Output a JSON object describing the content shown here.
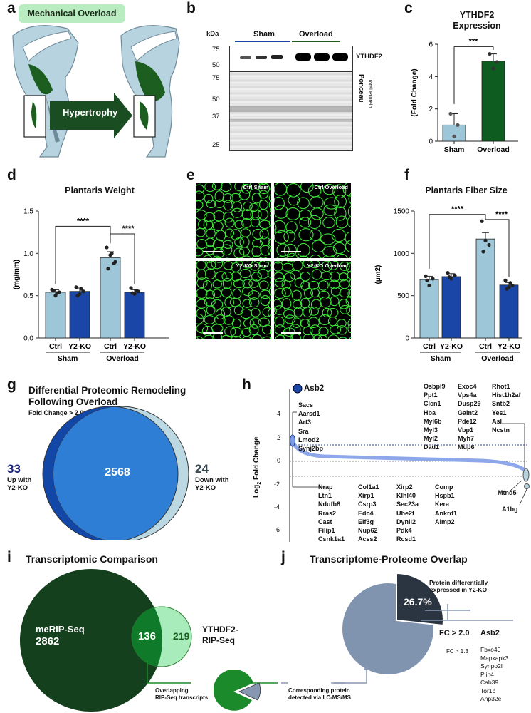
{
  "panels": {
    "a": "a",
    "b": "b",
    "c": "c",
    "d": "d",
    "e": "e",
    "f": "f",
    "g": "g",
    "h": "h",
    "i": "i",
    "j": "j"
  },
  "a": {
    "header": "Mechanical Overload",
    "arrow_label": "Hypertrophy",
    "colors": {
      "header_bg": "#b9ecc1",
      "muscle": "#1b5e20",
      "leg": "#b7d3e0"
    }
  },
  "b": {
    "kda": "kDa",
    "group1": "Sham",
    "group2": "Overload",
    "band_label": "YTHDF2",
    "ponceau": "Ponceau",
    "total_protein": "Total Protein",
    "mw_top": [
      "75",
      "50"
    ],
    "mw_bottom": [
      "75",
      "50",
      "37",
      "25"
    ]
  },
  "chart_data": [
    {
      "id": "c",
      "type": "bar",
      "title": "YTHDF2 Expression",
      "ylabel": "(Fold Change)",
      "categories": [
        "Sham",
        "Overload"
      ],
      "values": [
        1.0,
        4.95
      ],
      "errors": [
        0.7,
        0.45
      ],
      "ylim": [
        0,
        6
      ],
      "yticks": [
        0,
        2,
        4,
        6
      ],
      "points": [
        [
          1.7,
          0.3,
          1.0
        ],
        [
          5.4,
          4.5,
          4.9
        ]
      ],
      "colors": [
        "#9dc6d8",
        "#0e5c1f"
      ],
      "significance": "***"
    },
    {
      "id": "d",
      "type": "bar",
      "title": "Plantaris Weight",
      "ylabel": "(mg/mm)",
      "categories": [
        "Ctrl",
        "Y2-KO",
        "Ctrl",
        "Y2-KO"
      ],
      "groups": [
        "Sham",
        "Overload"
      ],
      "values": [
        0.54,
        0.55,
        0.95,
        0.54
      ],
      "errors": [
        0.03,
        0.04,
        0.07,
        0.03
      ],
      "ylim": [
        0,
        1.5
      ],
      "yticks": [
        0.0,
        0.5,
        1.0,
        1.5
      ],
      "ytick_labels": [
        "0.0",
        "0.5",
        "1.0",
        "1.5"
      ],
      "points": [
        [
          0.57,
          0.5,
          0.54,
          0.56,
          0.53
        ],
        [
          0.6,
          0.52,
          0.55,
          0.5,
          0.58
        ],
        [
          1.07,
          0.98,
          0.88,
          0.82,
          1.0,
          0.9
        ],
        [
          0.59,
          0.52,
          0.55,
          0.53,
          0.56
        ]
      ],
      "colors": [
        "#9dc6d8",
        "#1a46a8",
        "#9dc6d8",
        "#1a46a8"
      ],
      "significance": [
        "****",
        "****"
      ]
    },
    {
      "id": "f",
      "type": "bar",
      "title": "Plantaris Fiber Size",
      "ylabel": "(µm2)",
      "categories": [
        "Ctrl",
        "Y2-KO",
        "Ctrl",
        "Y2-KO"
      ],
      "groups": [
        "Sham",
        "Overload"
      ],
      "values": [
        690,
        725,
        1170,
        625
      ],
      "errors": [
        40,
        35,
        75,
        30
      ],
      "ylim": [
        0,
        1500
      ],
      "yticks": [
        0,
        500,
        1000,
        1500
      ],
      "ytick_labels": [
        "0",
        "500",
        "1000",
        "1500"
      ],
      "points": [
        [
          730,
          620,
          700,
          680
        ],
        [
          770,
          700,
          740,
          720
        ],
        [
          1380,
          1150,
          1100,
          1020
        ],
        [
          680,
          600,
          620,
          580,
          650
        ]
      ],
      "colors": [
        "#9dc6d8",
        "#1a46a8",
        "#9dc6d8",
        "#1a46a8"
      ],
      "significance": [
        "****",
        "****"
      ]
    }
  ],
  "e": {
    "labels": [
      "Ctrl Sham",
      "Ctrl Overload",
      "Y2-KO Sham",
      "Y2-KO Overload"
    ]
  },
  "g": {
    "title1": "Differential Proteomic Remodeling",
    "title2": "Following Overload",
    "fc": "Fold Change > 2.0",
    "center": "2568",
    "left_n": "33",
    "left_l1": "Up with",
    "left_l2": "Y2-KO",
    "right_n": "24",
    "right_l1": "Down with",
    "right_l2": "Y2-KO"
  },
  "h": {
    "ylabel": "Log",
    "ysub": "2",
    "ylabel2": " Fold Change",
    "yticks": [
      "4",
      "2",
      "0",
      "-2",
      "-4",
      "-6"
    ],
    "top_gene": "Asb2",
    "up_list": "Sacs\nAarsd1\nArt3\nSra\nLmod2\nSynj2bp",
    "down_col1": "Nrap\nLtn1\nNdufb8\nRras2\nCast\nFilip1\nCsnk1a1",
    "down_col2": "Col1a1\nXirp1\nCsrp3\nEdc4\nEif3g\nNup62\nAcss2",
    "down_col3": "Xirp2\nKlhl40\nSec23a\nUbe2f\nDynll2\nPdk4\nRcsd1",
    "down_col4": "Comp\nHspb1\nKera\nAnkrd1\nAimp2",
    "right_col1": "Osbpl9\nPpt1\nClcn1\nHba\nMyl6b\nMyl3\nMyl2\nDad1",
    "right_col2": "Exoc4\nVps4a\nDusp29\nGalnt2\nPde12\nVbp1\nMyh7\nMup6",
    "right_col3": "Rhot1\nHist1h2af\nSntb2\nYes1\nAsl\nNcstn",
    "bottom1": "Mtnd5",
    "bottom2": "A1bg"
  },
  "i": {
    "title": "Transcriptomic Comparison",
    "big": "meRIP-Seq",
    "big_n": "2862",
    "overlap": "136",
    "small_n": "219",
    "small_l1": "YTHDF2-",
    "small_l2": "RIP-Seq",
    "note1": "Overlapping",
    "note2": "RIP-Seq transcripts"
  },
  "j": {
    "title": "Transcriptome-Proteome Overlap",
    "pie_note1": "Protein differentially",
    "pie_note2": "expressed in Y2-KO",
    "percent": "26.7%",
    "percent_value": 26.7,
    "fc1": "FC > 2.0",
    "gene1": "Asb2",
    "fc2": "FC > 1.3",
    "genes": "Fbxo40\nMapkapk3\nSynpo2l\nPlin4\nCab39\nTor1b\nAnp32e",
    "note1": "Corresponding protein",
    "note2": "detected via LC-MS/MS"
  }
}
